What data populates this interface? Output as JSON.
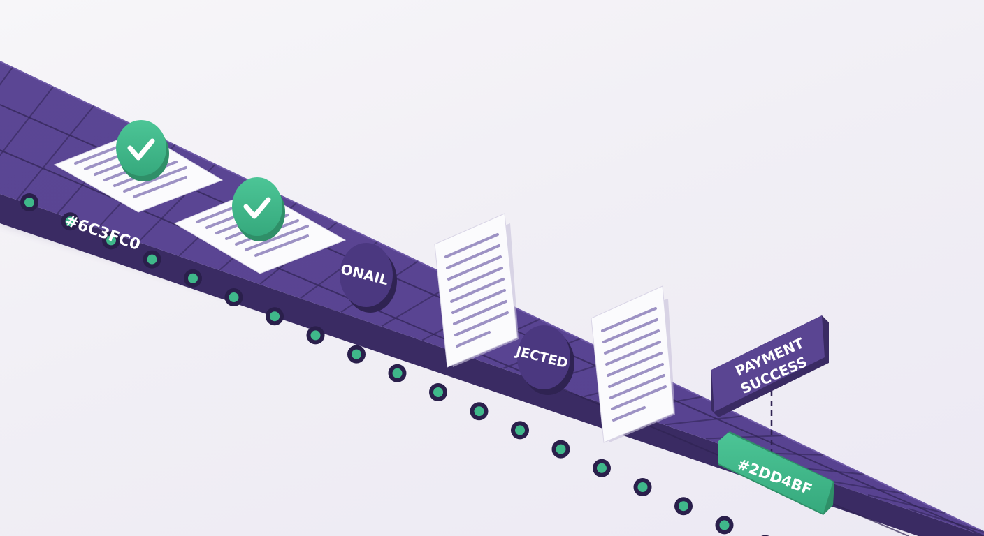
{
  "belt": {
    "color_top": "#5a4592",
    "color_side": "#3a2b63",
    "color_dark": "#2f2352",
    "roller_color": "#3fb88a",
    "code_label": "#6C3FC0"
  },
  "items": [
    {
      "kind": "approved-document",
      "badge_icon": "check-icon",
      "badge_color": "#3fb88a"
    },
    {
      "kind": "approved-document",
      "badge_icon": "check-icon",
      "badge_color": "#3fb88a"
    },
    {
      "kind": "status-token",
      "label": "ONAIL"
    },
    {
      "kind": "standing-document"
    },
    {
      "kind": "status-token",
      "label": "JECTED"
    },
    {
      "kind": "standing-document"
    }
  ],
  "labels": {
    "onail": "ONAIL",
    "jected": "JECTED",
    "payment_line1": "PAYMENT",
    "payment_line2": "SUCCESS",
    "success_code": "#2DD4BF"
  },
  "colors": {
    "accent_purple": "#5a4592",
    "accent_green": "#3fb88a",
    "paper": "#fbfbfd",
    "paper_lines": "#9d92c4"
  }
}
